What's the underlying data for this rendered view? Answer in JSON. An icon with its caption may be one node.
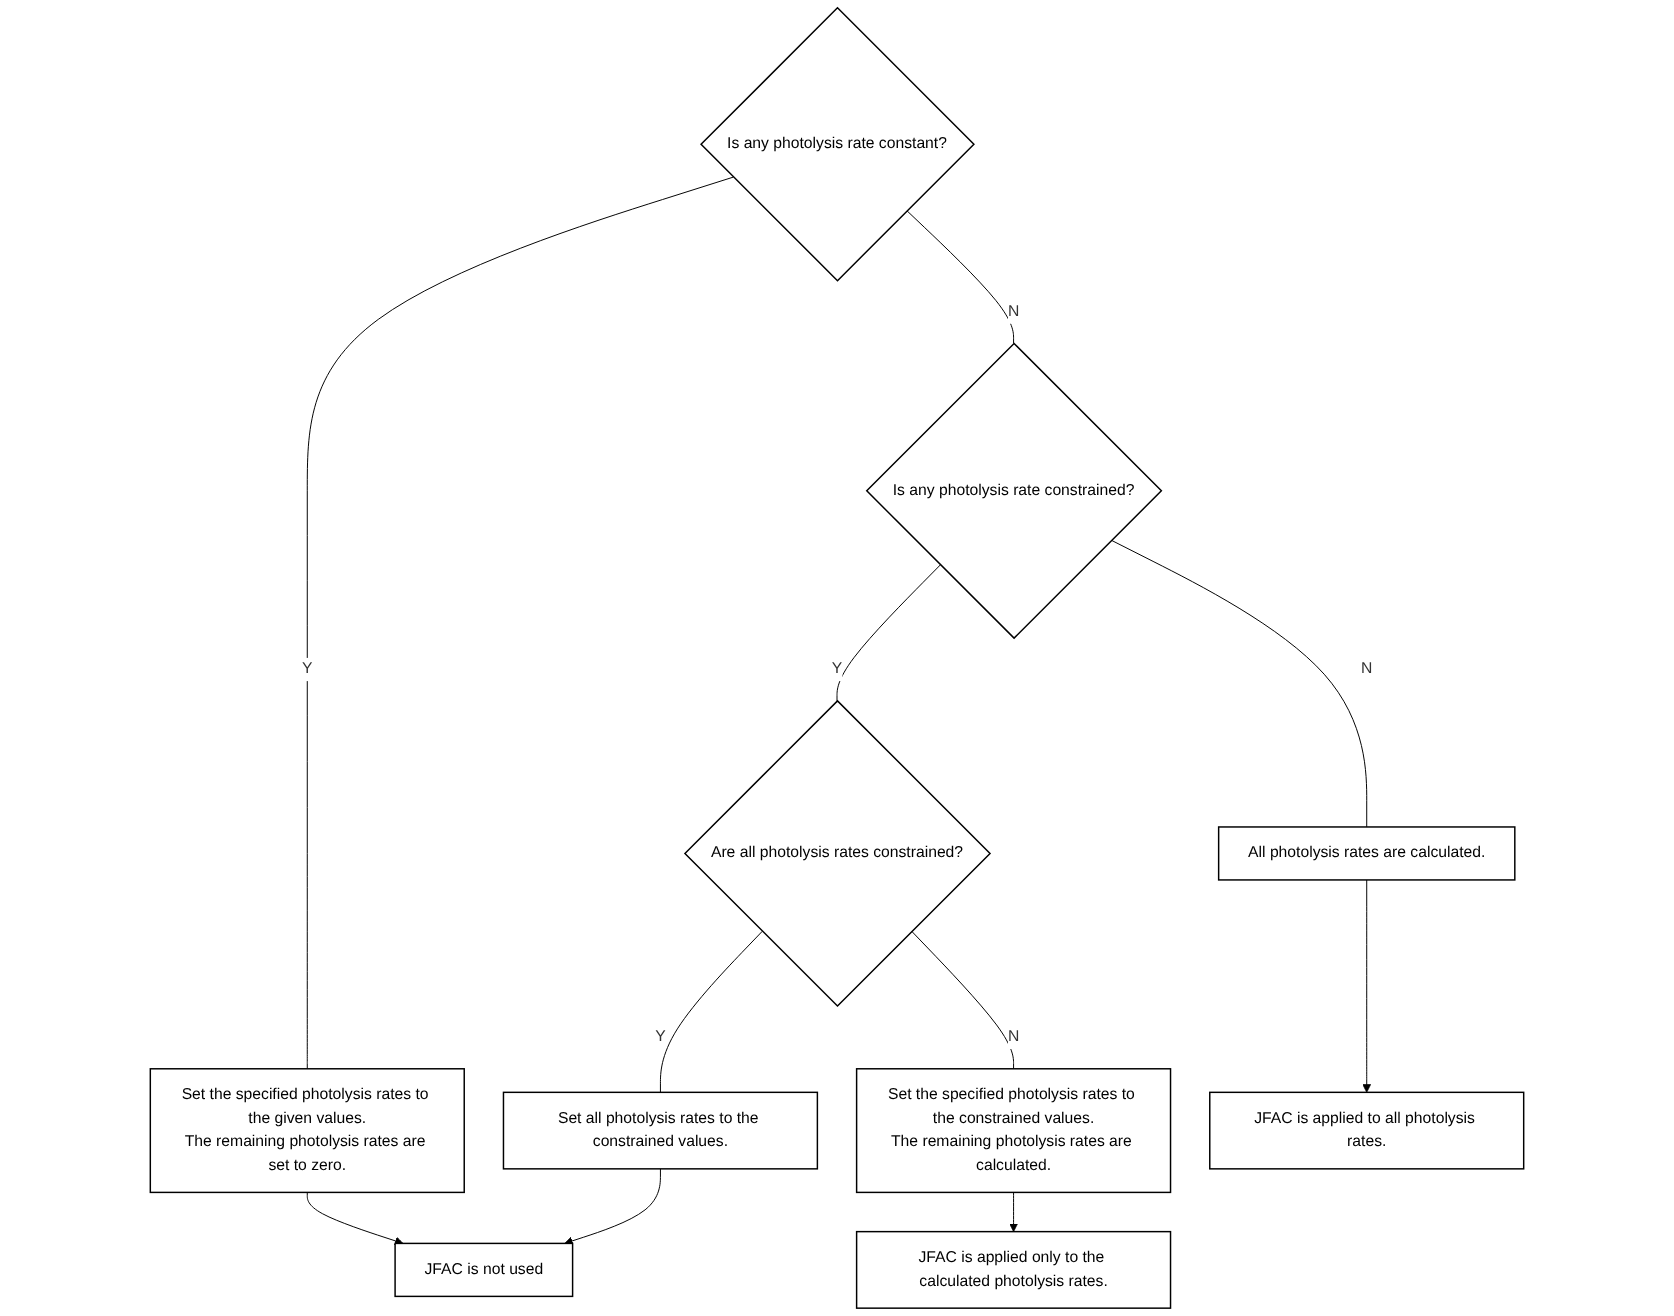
{
  "diagram": {
    "nodes": [
      {
        "text": [
          "Is any photolysis rate constant?"
        ]
      },
      {
        "text": [
          "Set the specified photolysis rates to the given values.",
          "The remaining photolysis rates are set to zero."
        ]
      },
      {
        "text": [
          "JFAC is not used"
        ]
      },
      {
        "text": [
          "Is any photolysis rate constrained?"
        ]
      },
      {
        "text": [
          "Are all photolysis rates constrained?"
        ]
      },
      {
        "text": [
          "Set all photolysis rates to the constrained values."
        ]
      },
      {
        "text": [
          "All photolysis rates are calculated."
        ]
      },
      {
        "text": [
          "Set the specified photolysis rates to the constrained values.",
          "The remaining photolysis rates are calculated."
        ]
      },
      {
        "text": [
          "JFAC is applied to all photolysis rates."
        ]
      },
      {
        "text": [
          "JFAC is applied only to the calculated photolysis rates."
        ]
      }
    ],
    "edges": [
      {
        "from": 0,
        "to": 1,
        "label": "Y",
        "arrow": "none"
      },
      {
        "from": 1,
        "to": 2,
        "arrow": "to"
      },
      {
        "from": 0,
        "to": 3,
        "label": "N",
        "arrow": "none"
      },
      {
        "from": 3,
        "to": 4,
        "label": "Y",
        "arrow": "none"
      },
      {
        "from": 4,
        "to": 5,
        "label": "Y",
        "arrow": "none"
      },
      {
        "from": 5,
        "to": 2,
        "arrow": "to"
      },
      {
        "from": 3,
        "to": 6,
        "label": "N",
        "arrow": "none"
      },
      {
        "from": 4,
        "to": 7,
        "label": "N",
        "arrow": "none"
      },
      {
        "from": 6,
        "to": 8,
        "arrow": "to"
      },
      {
        "from": 7,
        "to": 9,
        "arrow": "to"
      }
    ]
  }
}
